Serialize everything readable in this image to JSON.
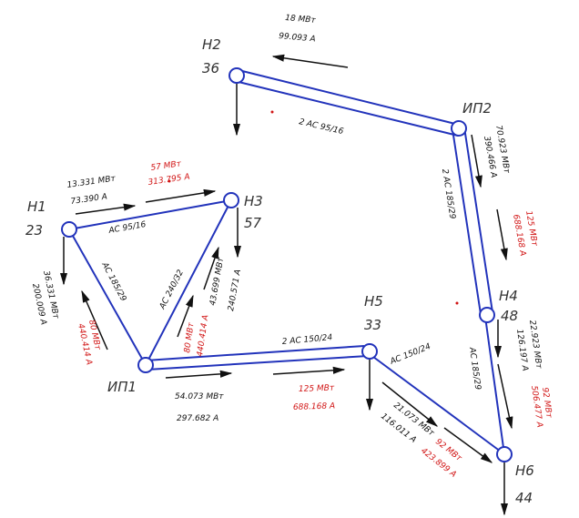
{
  "nodes": {
    "n1": {
      "name": "Н1",
      "load": "23"
    },
    "n2": {
      "name": "Н2",
      "load": "36"
    },
    "n3": {
      "name": "Н3",
      "load": "57"
    },
    "n4": {
      "name": "Н4",
      "load": "48"
    },
    "n5": {
      "name": "Н5",
      "load": "33"
    },
    "n6": {
      "name": "Н6",
      "load": "44"
    },
    "ip1": {
      "name": "ИП1"
    },
    "ip2": {
      "name": "ИП2"
    }
  },
  "lines": {
    "ip2_n2": "2 АС 95/16",
    "ip2_n4": "2 АС 185/29",
    "n4_n6": "АС 185/29",
    "n5_n6": "АС 150/24",
    "ip1_n5": "2 АС 150/24",
    "ip1_n3": "АС 240/32",
    "n1_n3": "АС 95/16",
    "ip1_n1": "АС 185/29"
  },
  "flows": {
    "top_p": "18 МВт",
    "top_i": "99.093 А",
    "n1n3_p": "13.331 МВт",
    "n1n3_i": "73.390 А",
    "n1n3_p_red": "57 МВт",
    "n1n3_i_red": "313.795 А",
    "ip2_p": "70.923 МВт",
    "ip2_i": "390.466 А",
    "ip2_p_red": "125 МВт",
    "ip2_i_red": "688.168 А",
    "ip1n1_p": "36.331 МВт",
    "ip1n1_i": "200.009 А",
    "ip1n1_p_red": "80 МВт",
    "ip1n1_i_red": "440.414 А",
    "ip1n3_p": "43.699 МВт",
    "ip1n3_i": "240.571 А",
    "ip1n3_p_red": "80 МВт",
    "ip1n3_i_red": "440.414 А",
    "ip1n5_p": "54.073 МВт",
    "ip1n5_i": "297.682 А",
    "ip1n5_p_red": "125 МВт",
    "ip1n5_i_red": "688.168 А",
    "n4n6_p": "22.923 МВт",
    "n4n6_i": "126.197 А",
    "n4n6_p_red": "92 МВт",
    "n4n6_i_red": "506.477 А",
    "n5n6_p": "21.073 МВт",
    "n5n6_i": "116.011 А",
    "n5n6_p_red": "92 МВт",
    "n5n6_i_red": "423.899 А"
  },
  "colors": {
    "line": "#2233bb",
    "arrow": "#111111",
    "red": "#d11414"
  }
}
